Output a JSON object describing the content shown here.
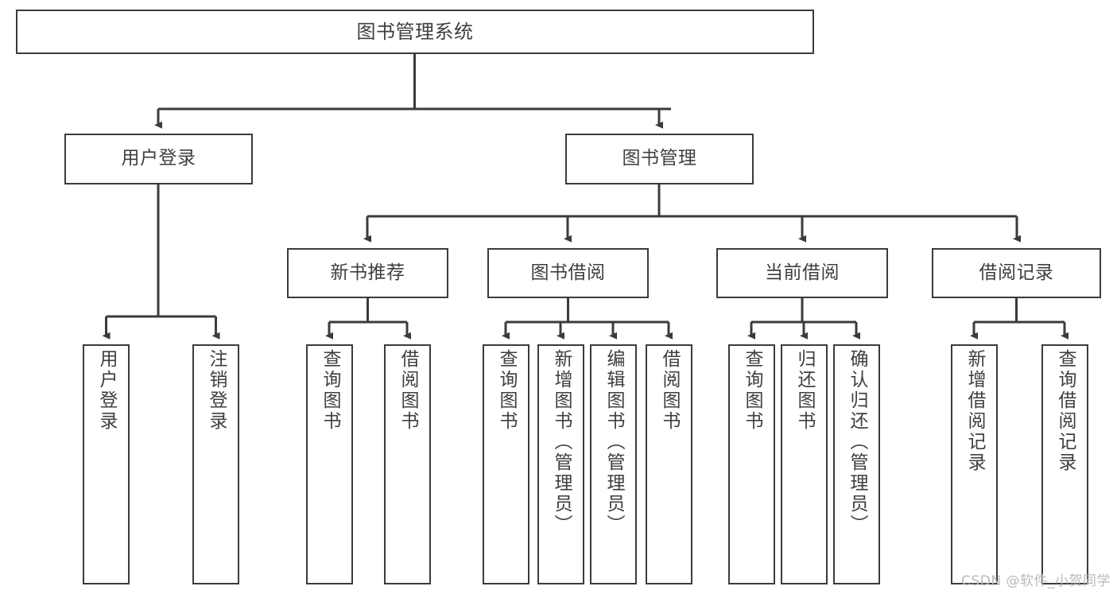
{
  "diagram": {
    "title": "图书管理系统",
    "watermark": "CSDN @软件_小贺同学",
    "colors": {
      "border": "#3b3b3b",
      "text": "#3f3f3f",
      "background": "#ffffff",
      "watermark": "#b9b9b9"
    },
    "nodes": {
      "root": {
        "label": "图书管理系统"
      },
      "level1": [
        {
          "label": "用户登录"
        },
        {
          "label": "图书管理"
        }
      ],
      "level2": [
        {
          "label": "新书推荐"
        },
        {
          "label": "图书借阅"
        },
        {
          "label": "当前借阅"
        },
        {
          "label": "借阅记录"
        }
      ],
      "leaves": {
        "user_login": [
          {
            "label": "用户登录"
          },
          {
            "label": "注销登录"
          }
        ],
        "new_books": [
          {
            "label": "查询图书"
          },
          {
            "label": "借阅图书"
          }
        ],
        "borrow_books": [
          {
            "label": "查询图书"
          },
          {
            "label": "新增图书（管理员）"
          },
          {
            "label": "编辑图书（管理员）"
          },
          {
            "label": "借阅图书"
          }
        ],
        "current_borrow": [
          {
            "label": "查询图书"
          },
          {
            "label": "归还图书"
          },
          {
            "label": "确认归还（管理员）"
          }
        ],
        "borrow_records": [
          {
            "label": "新增借阅记录"
          },
          {
            "label": "查询借阅记录"
          }
        ]
      }
    }
  }
}
